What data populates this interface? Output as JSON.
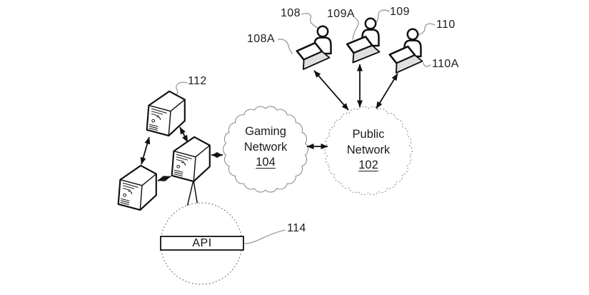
{
  "figure": {
    "colors": {
      "ink": "#111111",
      "leader_line": "#a0a0a0",
      "cloud_outline": "#8f8f8f",
      "laptop_base_fill": "#e6e6e6",
      "background": "#ffffff"
    }
  },
  "clouds": {
    "gaming": {
      "name_line1": "Gaming",
      "name_line2": "Network",
      "ref": "104"
    },
    "public": {
      "name_line1": "Public",
      "name_line2": "Network",
      "ref": "102"
    }
  },
  "api": {
    "label": "API",
    "ref": "114"
  },
  "refs": {
    "server_cluster": "112",
    "user1": "108",
    "user1_laptop": "108A",
    "user2_laptop": "109A",
    "user2": "109",
    "user3": "110",
    "user3_laptop": "110A"
  },
  "icons": {
    "server": "server-tower-icon",
    "user": "person-icon",
    "laptop": "laptop-icon",
    "network": "cloud-shape",
    "link": "double-headed-arrow"
  }
}
